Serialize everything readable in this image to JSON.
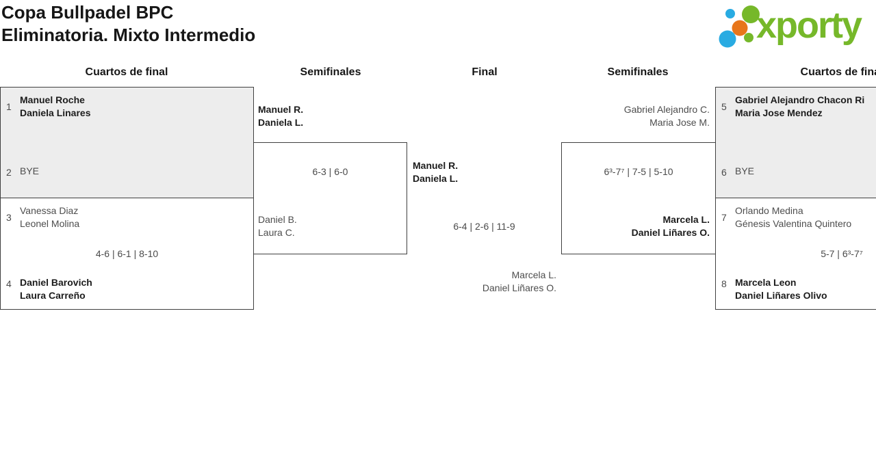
{
  "title": {
    "line1": "Copa Bullpadel BPC",
    "line2": "Eliminatoria. Mixto Intermedio"
  },
  "logo": {
    "text": "xporty"
  },
  "colors": {
    "logo_green": "#76b82a",
    "logo_blue": "#29abe2",
    "logo_orange": "#e8761a",
    "box_border": "#3f3f3f",
    "box_shaded_bg": "#ededed",
    "winner_text": "#1c1c1c",
    "loser_text": "#4d4d4d"
  },
  "columns": [
    "Cuartos de final",
    "Semifinales",
    "Final",
    "Semifinales",
    "Cuartos de final"
  ],
  "matches": {
    "lqf1": {
      "seed_top": "1",
      "top_p1": "Manuel Roche",
      "top_p2": "Daniela Linares",
      "seed_bottom": "2",
      "bottom_p1": "BYE"
    },
    "lqf2": {
      "seed_top": "3",
      "top_p1": "Vanessa Diaz",
      "top_p2": "Leonel Molina",
      "score": "4-6 | 6-1 | 8-10",
      "seed_bottom": "4",
      "bottom_p1": "Daniel Barovich",
      "bottom_p2": "Laura Carreño"
    },
    "lsf": {
      "top_p1": "Manuel R.",
      "top_p2": "Daniela L.",
      "score": "6-3 | 6-0",
      "bottom_p1": "Daniel B.",
      "bottom_p2": "Laura C."
    },
    "final": {
      "top_p1": "Manuel R.",
      "top_p2": "Daniela L.",
      "score": "6-4 | 2-6 | 11-9",
      "bottom_p1": "Marcela L.",
      "bottom_p2": "Daniel Liñares O."
    },
    "rsf": {
      "top_p1": "Gabriel Alejandro C.",
      "top_p2": "Maria Jose M.",
      "score": "6³-7⁷ | 7-5 | 5-10",
      "bottom_p1": "Marcela L.",
      "bottom_p2": "Daniel Liñares O."
    },
    "rqf1": {
      "seed_top": "5",
      "top_p1": "Gabriel Alejandro Chacon Ri",
      "top_p2": "Maria Jose Mendez",
      "seed_bottom": "6",
      "bottom_p1": "BYE"
    },
    "rqf2": {
      "seed_top": "7",
      "top_p1": "Orlando Medina",
      "top_p2": "Génesis Valentina Quintero",
      "score": "5-7 | 6³-7⁷",
      "seed_bottom": "8",
      "bottom_p1": "Marcela Leon",
      "bottom_p2": "Daniel Liñares Olivo"
    }
  }
}
